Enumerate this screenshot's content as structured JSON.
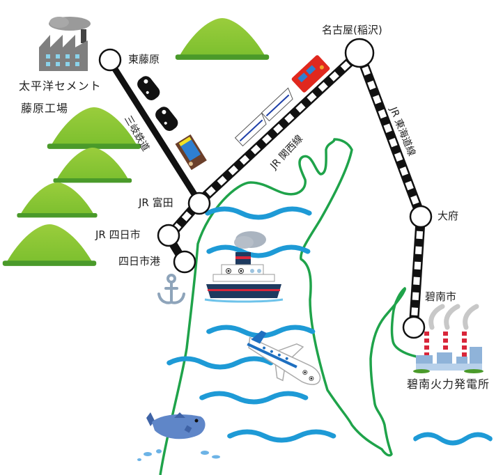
{
  "map": {
    "colors": {
      "coastline": "#1fa34a",
      "wave": "#1e9ad6",
      "hill_light": "#8cc63f",
      "hill_dark": "#4a9a2a",
      "rail": "#111111",
      "station_fill": "#ffffff"
    },
    "stations": [
      {
        "id": "higashi-fujiwara",
        "label": "東藤原"
      },
      {
        "id": "nagoya",
        "label": "名古屋(稲沢)"
      },
      {
        "id": "jr-tomida",
        "label": "JR 富田"
      },
      {
        "id": "jr-yokkaichi",
        "label": "JR 四日市"
      },
      {
        "id": "yokkaichi-port",
        "label": "四日市港"
      },
      {
        "id": "obu",
        "label": "大府"
      },
      {
        "id": "hekinan",
        "label": "碧南市"
      }
    ],
    "lines": [
      {
        "id": "sangi",
        "label": "三岐鉄道"
      },
      {
        "id": "kansai",
        "label": "JR 関西線"
      },
      {
        "id": "tokaido",
        "label": "JR 東海道線"
      }
    ],
    "facilities": [
      {
        "id": "taiheiyo-cement",
        "label_line1": "太平洋セメント",
        "label_line2": "藤原工場",
        "icon": "factory-icon"
      },
      {
        "id": "hekinan-power",
        "label": "碧南火力発電所",
        "icon": "power-plant-icon"
      }
    ]
  }
}
